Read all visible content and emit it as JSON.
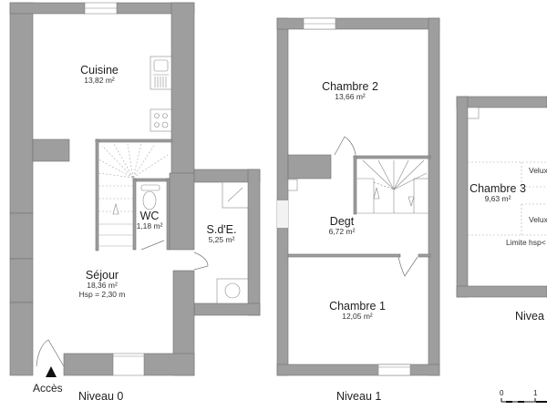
{
  "plan": {
    "wall_color": "#9e9e9e",
    "wall_edge_color": "#6f6f6f",
    "background": "#ffffff"
  },
  "levels": [
    {
      "label": "Niveau 0",
      "rooms": [
        {
          "name": "Cuisine",
          "area": "13,82 m²"
        },
        {
          "name": "WC",
          "area": "1,18 m²"
        },
        {
          "name": "S.d'E.",
          "area": "5,25 m²"
        },
        {
          "name": "Séjour",
          "area": "18,36 m²",
          "extra": "Hsp = 2,30 m"
        }
      ],
      "entrance_label": "Accès"
    },
    {
      "label": "Niveau 1",
      "rooms": [
        {
          "name": "Chambre 2",
          "area": "13,66 m²"
        },
        {
          "name": "Degt",
          "area": "6,72 m²"
        },
        {
          "name": "Chambre 1",
          "area": "12,05 m²"
        }
      ]
    },
    {
      "label": "Nivea",
      "rooms": [
        {
          "name": "Chambre 3",
          "area": "9,63 m²"
        }
      ],
      "annotations": [
        "Velux",
        "Velux",
        "Limite hsp<"
      ]
    }
  ],
  "scale_bar": {
    "ticks": [
      "0",
      "1"
    ]
  }
}
